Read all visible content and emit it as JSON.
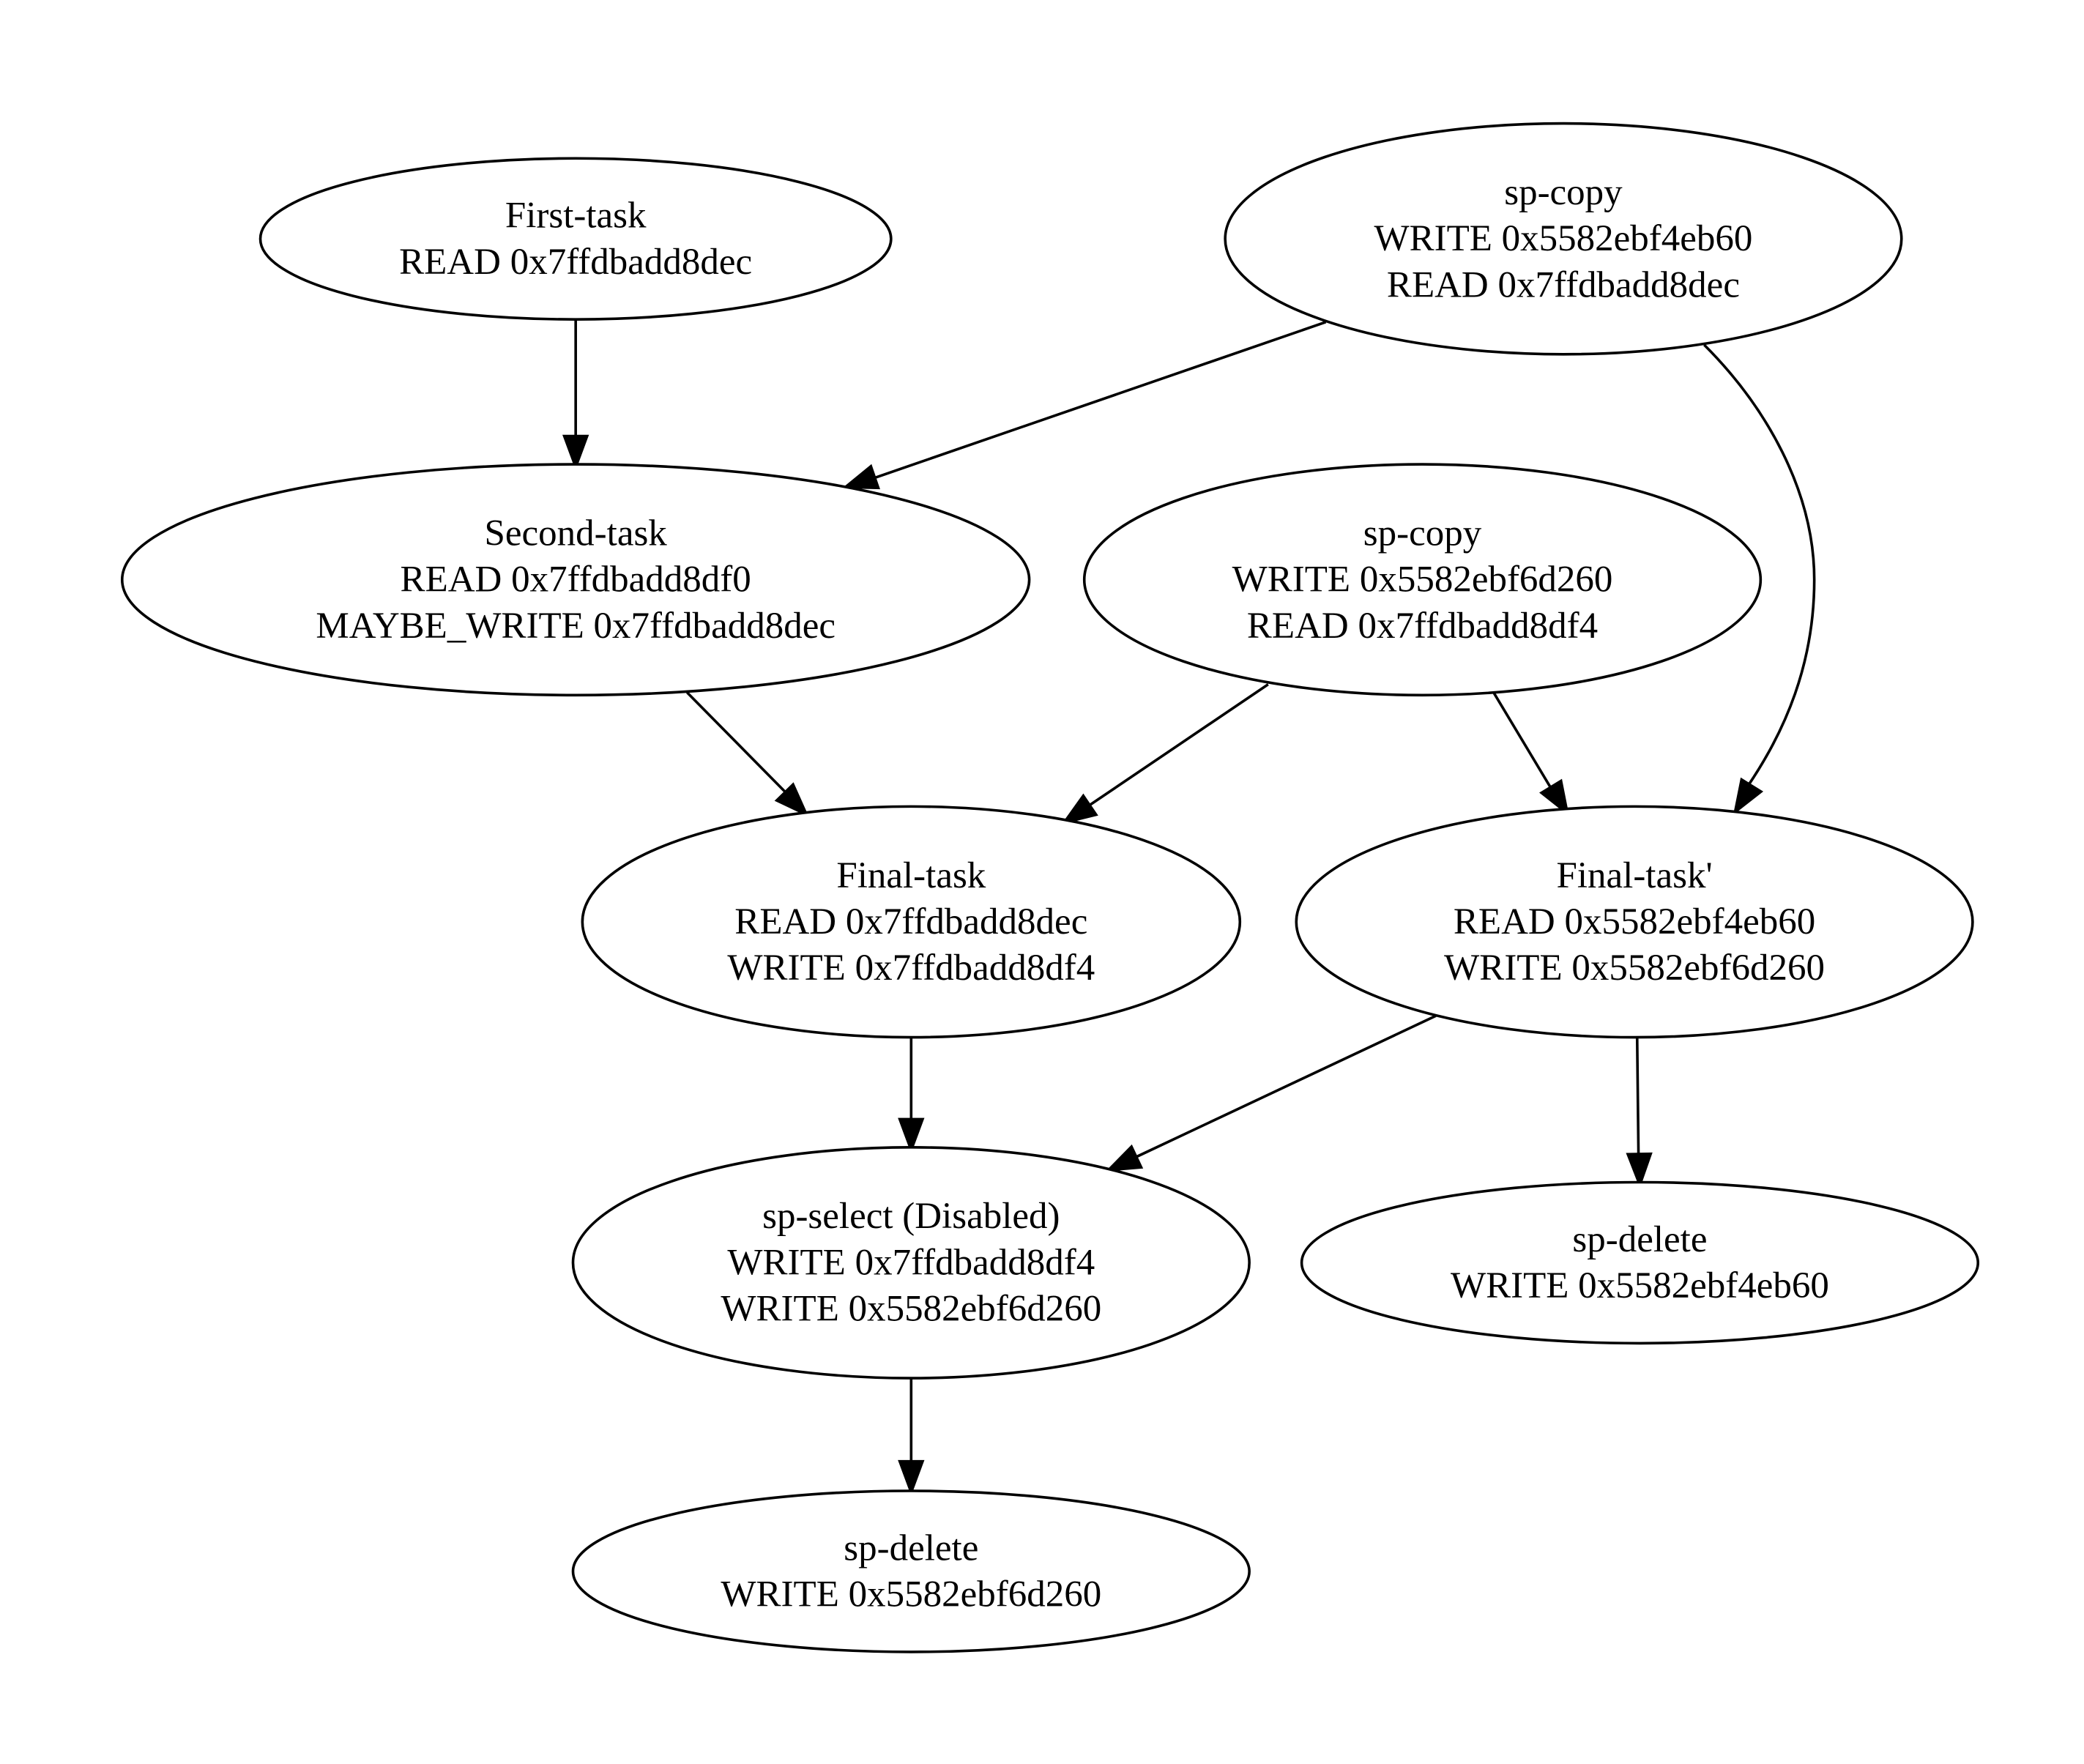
{
  "graph": {
    "nodes": [
      {
        "id": "first_task",
        "lines": [
          "First-task",
          "READ 0x7ffdbadd8dec"
        ]
      },
      {
        "id": "sp_copy_1",
        "lines": [
          "sp-copy",
          "WRITE 0x5582ebf4eb60",
          "READ 0x7ffdbadd8dec"
        ]
      },
      {
        "id": "second_task",
        "lines": [
          "Second-task",
          "READ 0x7ffdbadd8df0",
          "MAYBE_WRITE 0x7ffdbadd8dec"
        ]
      },
      {
        "id": "sp_copy_2",
        "lines": [
          "sp-copy",
          "WRITE 0x5582ebf6d260",
          "READ 0x7ffdbadd8df4"
        ]
      },
      {
        "id": "final_task",
        "lines": [
          "Final-task",
          "READ 0x7ffdbadd8dec",
          "WRITE 0x7ffdbadd8df4"
        ]
      },
      {
        "id": "final_task_prime",
        "lines": [
          "Final-task'",
          "READ 0x5582ebf4eb60",
          "WRITE 0x5582ebf6d260"
        ]
      },
      {
        "id": "sp_select",
        "lines": [
          "sp-select (Disabled)",
          "WRITE 0x7ffdbadd8df4",
          "WRITE 0x5582ebf6d260"
        ]
      },
      {
        "id": "sp_delete_1",
        "lines": [
          "sp-delete",
          "WRITE 0x5582ebf4eb60"
        ]
      },
      {
        "id": "sp_delete_2",
        "lines": [
          "sp-delete",
          "WRITE 0x5582ebf6d260"
        ]
      }
    ],
    "edges": [
      {
        "from": "first_task",
        "to": "second_task"
      },
      {
        "from": "sp_copy_1",
        "to": "second_task"
      },
      {
        "from": "sp_copy_1",
        "to": "final_task_prime"
      },
      {
        "from": "second_task",
        "to": "final_task"
      },
      {
        "from": "sp_copy_2",
        "to": "final_task"
      },
      {
        "from": "sp_copy_2",
        "to": "final_task_prime"
      },
      {
        "from": "final_task",
        "to": "sp_select"
      },
      {
        "from": "final_task_prime",
        "to": "sp_select"
      },
      {
        "from": "final_task_prime",
        "to": "sp_delete_1"
      },
      {
        "from": "sp_select",
        "to": "sp_delete_2"
      }
    ]
  }
}
